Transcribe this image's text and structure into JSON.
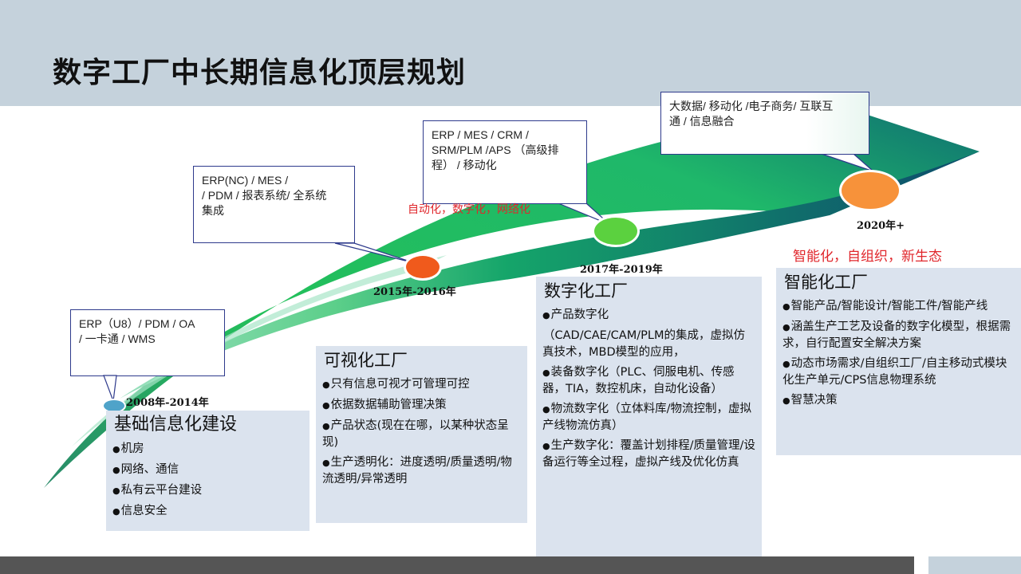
{
  "title": "数字工厂中长期信息化顶层规划",
  "stages": [
    {
      "year": "2008年-2014年",
      "callout": [
        "ERP（U8）/ PDM / OA",
        "/ 一卡通 / WMS"
      ],
      "node_color": "#4fa3c9"
    },
    {
      "year": "2015年-2016年",
      "callout": [
        "ERP(NC) / MES /",
        "/ PDM /  报表系统/ 全系统",
        "集成"
      ],
      "node_color": "#f05a1c"
    },
    {
      "year": "2017年-2019年",
      "callout": [
        "ERP / MES / CRM /",
        "SRM/PLM /APS  （高级排",
        "程）  /  移动化"
      ],
      "node_color": "#5bd13f"
    },
    {
      "year": "2020年+",
      "callout": [
        "大数据/ 移动化 /电子商务/ 互联互",
        "通 / 信息融合"
      ],
      "node_color": "#f7923a"
    }
  ],
  "red_notes": [
    "自动化，数字化，网络化",
    "智能化，自组织，新生态"
  ],
  "panels": [
    {
      "title": "基础信息化建设",
      "items": [
        "机房",
        "网络、通信",
        "私有云平台建设",
        "信息安全"
      ]
    },
    {
      "title": "可视化工厂",
      "items": [
        "只有信息可视才可管理可控",
        "依据数据辅助管理决策",
        "产品状态(现在在哪，以某种状态呈现)",
        "生产透明化：进度透明/质量透明/物流透明/异常透明"
      ]
    },
    {
      "title": "数字化工厂",
      "items": [
        "产品数字化",
        "（CAD/CAE/CAM/PLM的集成，虚拟仿真技术，MBD模型的应用，",
        "装备数字化（PLC、伺服电机、传感器，TIA，数控机床，自动化设备）",
        "物流数字化（立体料库/物流控制，虚拟产线物流仿真）",
        "生产数字化：覆盖计划排程/质量管理/设备运行等全过程，虚拟产线及优化仿真"
      ]
    },
    {
      "title": "智能化工厂",
      "items": [
        "智能产品/智能设计/智能工件/智能产线",
        "涵盖生产工艺及设备的数字化模型，根据需求，自行配置安全解决方案",
        "动态市场需求/自组织工厂/自主移动式模块化生产单元/CPS信息物理系统",
        "智慧决策"
      ]
    }
  ],
  "colors": {
    "arrow_light": "#22c55e",
    "arrow_dark": "#0f4c6e",
    "panel_bg": "#dbe3ee",
    "header_bg": "#c5d2dc",
    "red": "#e0262b"
  }
}
